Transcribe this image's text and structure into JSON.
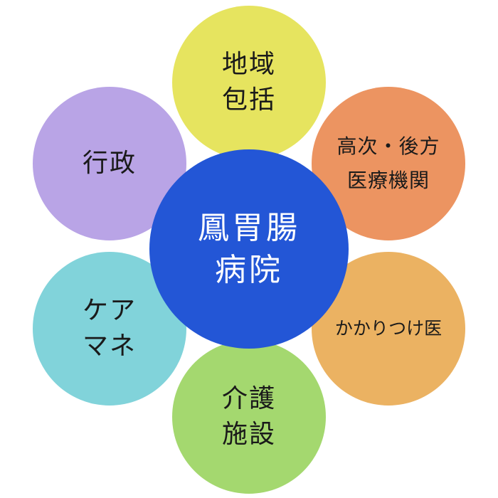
{
  "center": {
    "lines": [
      "鳳胃腸",
      "病院"
    ],
    "color": "#2356d6"
  },
  "nodes": {
    "top": {
      "lines": [
        "地域",
        "包括"
      ],
      "color": "#e6e45f"
    },
    "upright": {
      "lines": [
        "高次・後方",
        "医療機関"
      ],
      "color": "#ec9461"
    },
    "right": {
      "lines": [
        "かかりつけ医"
      ],
      "color": "#ebb262"
    },
    "bottom": {
      "lines": [
        "介護",
        "施設"
      ],
      "color": "#a4d86f"
    },
    "left": {
      "lines": [
        "ケア",
        "マネ"
      ],
      "color": "#81d3da"
    },
    "upleft": {
      "lines": [
        "行政"
      ],
      "color": "#b9a4e6"
    }
  }
}
